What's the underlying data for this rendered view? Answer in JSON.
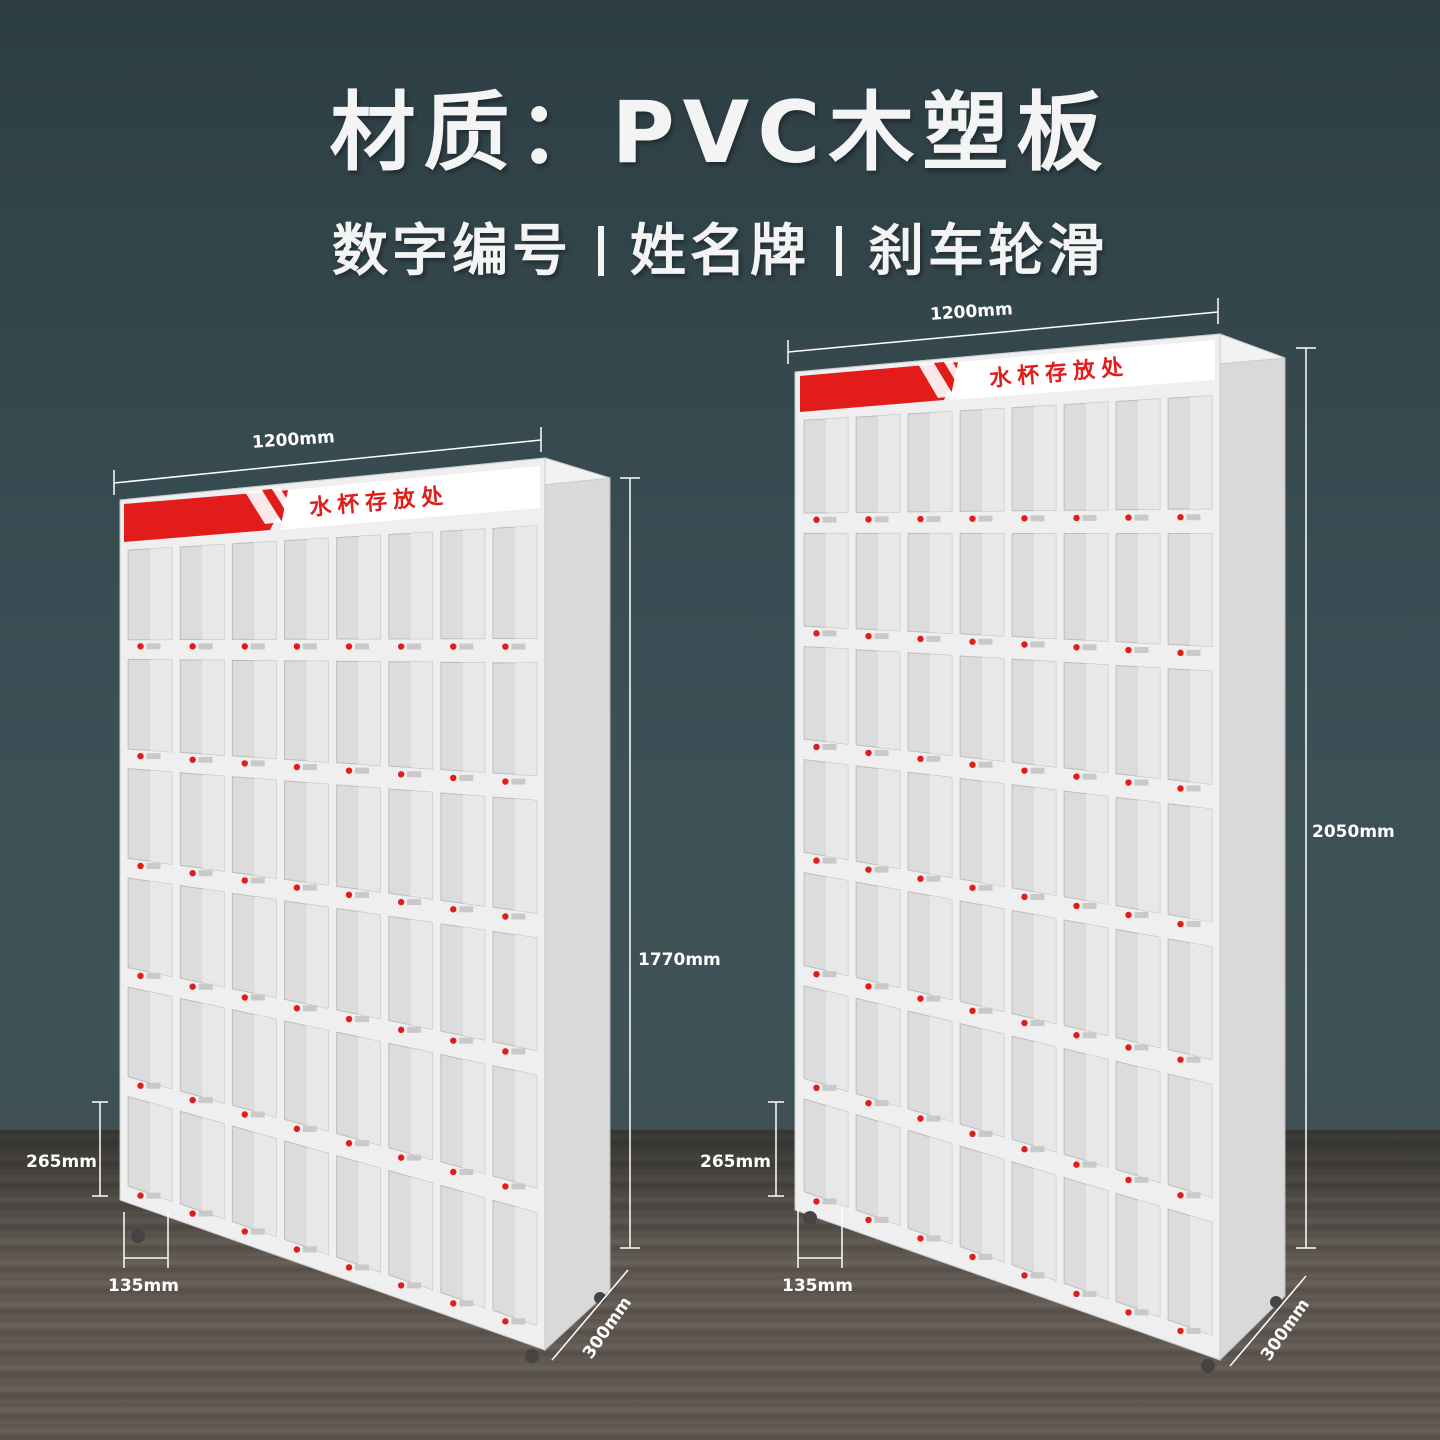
{
  "header": {
    "title": "材质：PVC木塑板",
    "features": [
      "数字编号",
      "姓名牌",
      "刹车轮滑"
    ]
  },
  "cabinet": {
    "sign_text": "水杯存放处",
    "columns": 8,
    "brand_color": "#e21b1b",
    "body_color": "#eeeeee"
  },
  "cabinet_left": {
    "rows": 6,
    "width_label": "1200mm",
    "height_label": "1770mm",
    "depth_label": "300mm",
    "cell_height_label": "265mm",
    "cell_width_label": "135mm"
  },
  "cabinet_right": {
    "rows": 7,
    "width_label": "1200mm",
    "height_label": "2050mm",
    "depth_label": "300mm",
    "cell_height_label": "265mm",
    "cell_width_label": "135mm"
  }
}
